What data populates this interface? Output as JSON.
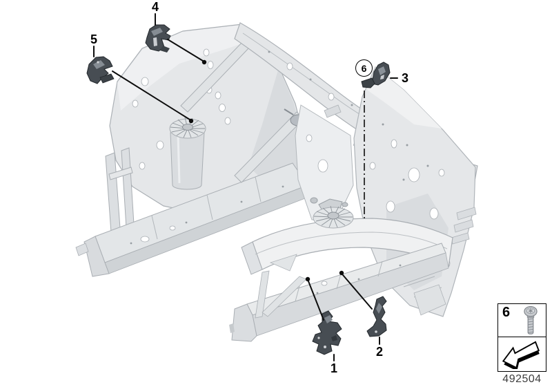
{
  "diagram": {
    "part_number": "492504",
    "callouts": {
      "c1": "1",
      "c2": "2",
      "c3": "3",
      "c4": "4",
      "c5": "5",
      "c6": "6"
    },
    "legend": {
      "item_label": "6",
      "icons": [
        "torx-screw-icon",
        "installation-direction-arrow-icon"
      ]
    },
    "colors": {
      "background": "#ffffff",
      "line_art_fill": "#e5e7e9",
      "line_art_stroke": "#abb0b5",
      "bracket_fill": "#474d53",
      "callout_text": "#000000",
      "part_number_text": "#3d3d3d"
    }
  }
}
